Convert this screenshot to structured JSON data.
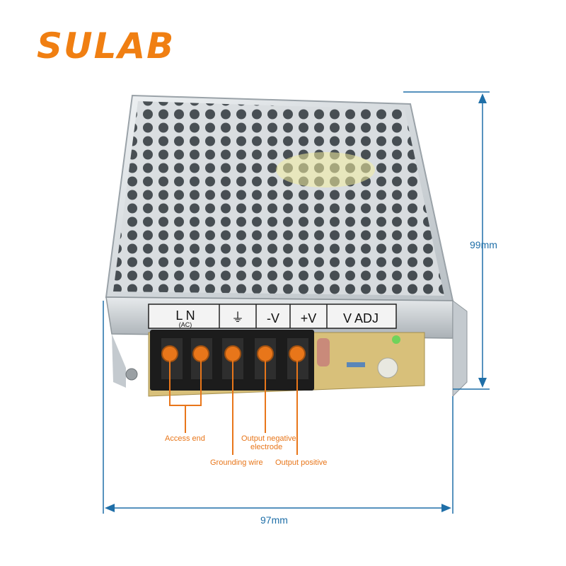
{
  "brand": {
    "logo_text": "SULAB",
    "primary_color": "#f07f12",
    "accent_color": "#1c87d6"
  },
  "dimensions": {
    "height_label": "99mm",
    "width_label": "97mm",
    "line_color": "#1f6fa8"
  },
  "terminal_labels": {
    "ln": "L N",
    "ac": "(AC)",
    "ground": "⏚",
    "neg": "-V",
    "pos": "+V",
    "adj": "V ADJ"
  },
  "callouts": {
    "access_end": "Access end",
    "output_negative_line1": "Output negative",
    "output_negative_line2": "electrode",
    "grounding_wire": "Grounding wire",
    "output_positive": "Output positive",
    "color": "#e8761a"
  }
}
